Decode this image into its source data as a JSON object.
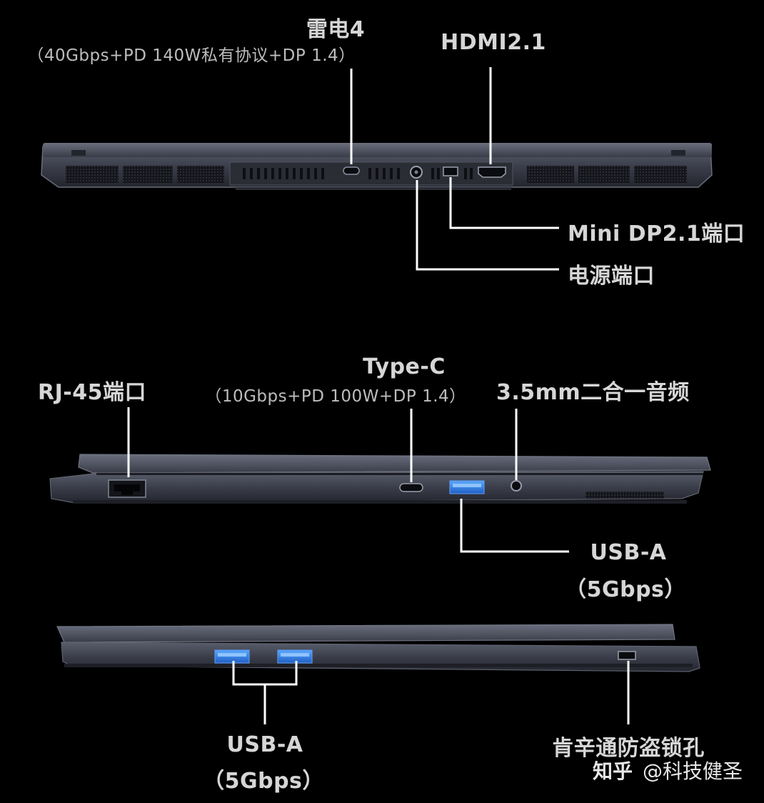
{
  "rear": {
    "thunderbolt_title": "雷电4",
    "thunderbolt_spec": "（40Gbps+PD 140W私有协议+DP 1.4）",
    "hdmi": "HDMI2.1",
    "mini_dp": "Mini DP2.1端口",
    "power": "电源端口"
  },
  "left_side": {
    "rj45": "RJ-45端口",
    "typec_title": "Type-C",
    "typec_spec": "（10Gbps+PD 100W+DP 1.4）",
    "audio": "3.5mm二合一音频",
    "usba_title": "USB-A",
    "usba_spec": "（5Gbps）"
  },
  "right_side": {
    "usba_title": "USB-A",
    "usba_spec": "（5Gbps）",
    "lock": "肯辛通防盗锁孔"
  },
  "watermark": {
    "logo": "知乎",
    "handle": "@科技健圣"
  },
  "colors": {
    "background": "#000000",
    "chassis": "#3c3f4b",
    "port_blue": "#2f7fe0",
    "callout_line": "#ffffff"
  }
}
